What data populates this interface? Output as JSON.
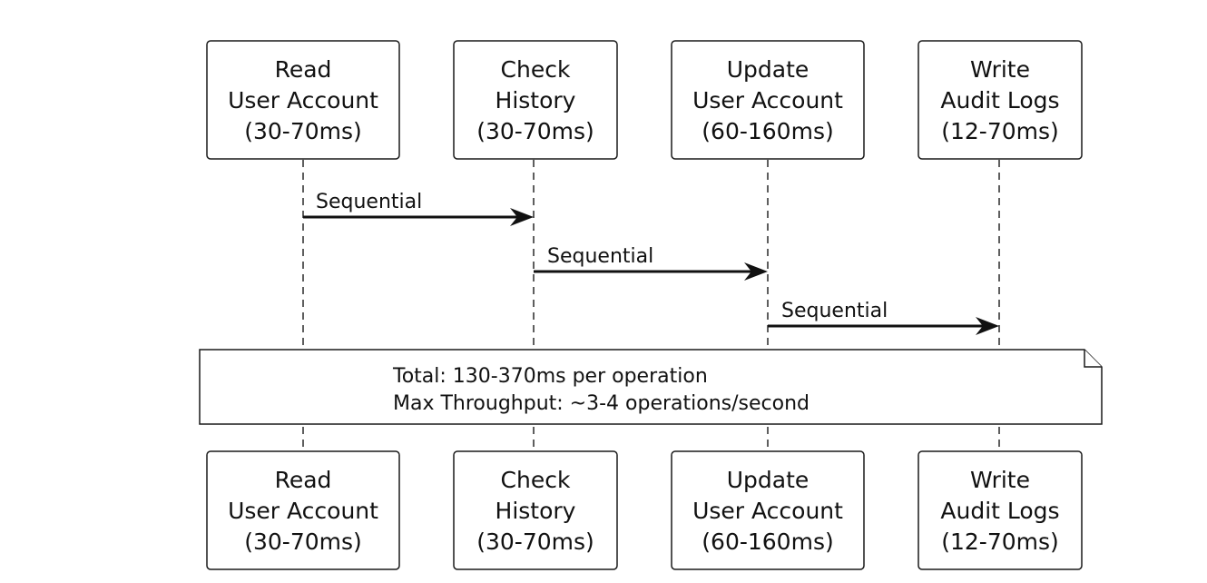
{
  "participants": [
    {
      "lines": [
        "Read",
        "User Account",
        "(30-70ms)"
      ]
    },
    {
      "lines": [
        "Check",
        "History",
        "(30-70ms)"
      ]
    },
    {
      "lines": [
        "Update",
        "User Account",
        "(60-160ms)"
      ]
    },
    {
      "lines": [
        "Write",
        "Audit Logs",
        "(12-70ms)"
      ]
    }
  ],
  "messages": [
    {
      "from": 0,
      "to": 1,
      "label": "Sequential"
    },
    {
      "from": 1,
      "to": 2,
      "label": "Sequential"
    },
    {
      "from": 2,
      "to": 3,
      "label": "Sequential"
    }
  ],
  "note": {
    "lines": [
      "Total: 130-370ms per operation",
      "Max Throughput: ~3-4 operations/second"
    ]
  }
}
